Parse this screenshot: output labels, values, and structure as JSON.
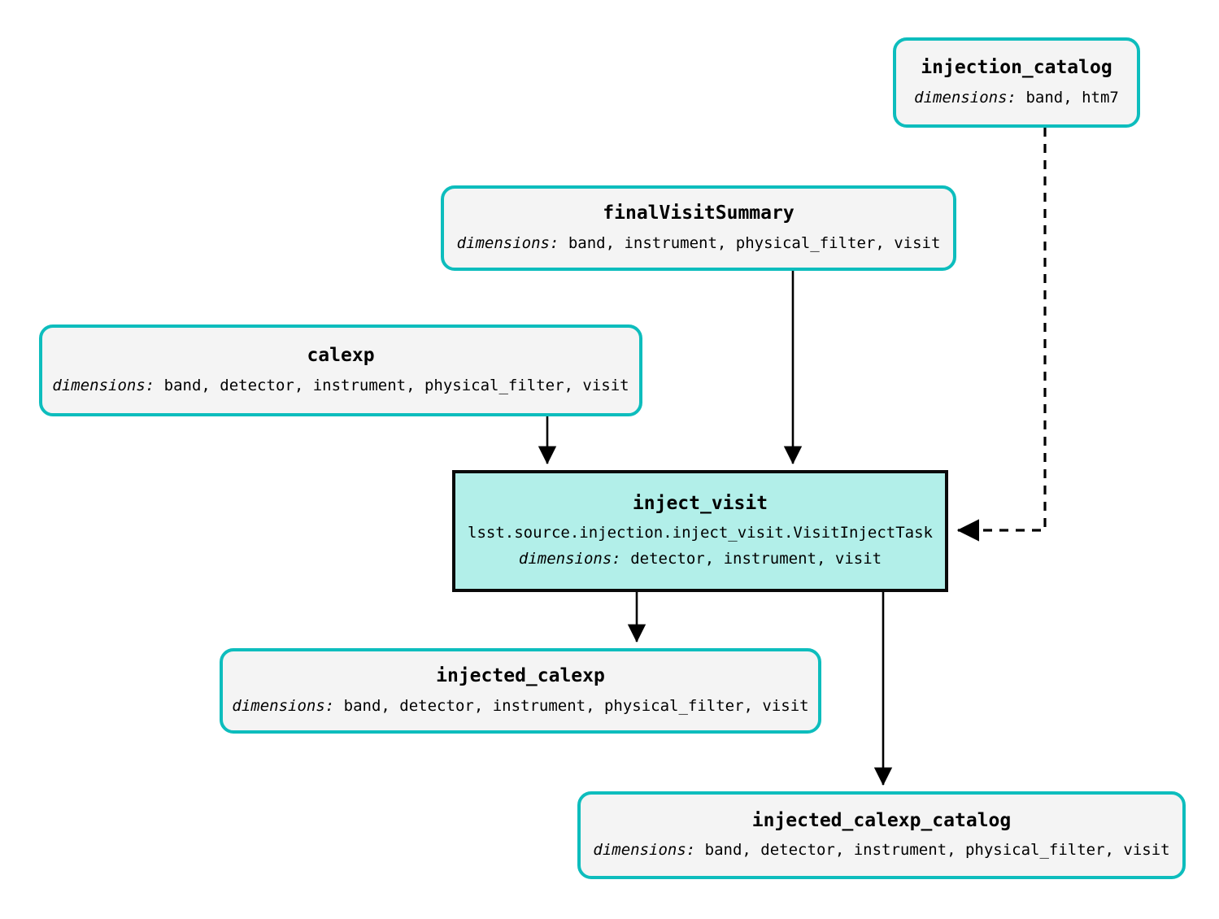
{
  "diagram": {
    "type": "pipeline-dag",
    "dim_label": "dimensions:",
    "colors": {
      "dataset_border": "#0dbdbd",
      "dataset_fill": "#f4f4f4",
      "task_border": "#0a0a0a",
      "task_fill": "#b2efe9",
      "edge": "#000000",
      "background": "#ffffff"
    },
    "nodes": [
      {
        "id": "injection_catalog",
        "kind": "dataset",
        "title": "injection_catalog",
        "dimensions": "band, htm7"
      },
      {
        "id": "finalVisitSummary",
        "kind": "dataset",
        "title": "finalVisitSummary",
        "dimensions": "band, instrument, physical_filter, visit"
      },
      {
        "id": "calexp",
        "kind": "dataset",
        "title": "calexp",
        "dimensions": "band, detector, instrument, physical_filter, visit"
      },
      {
        "id": "inject_visit",
        "kind": "task",
        "title": "inject_visit",
        "task_class": "lsst.source.injection.inject_visit.VisitInjectTask",
        "dimensions": "detector, instrument, visit"
      },
      {
        "id": "injected_calexp",
        "kind": "dataset",
        "title": "injected_calexp",
        "dimensions": "band, detector, instrument, physical_filter, visit"
      },
      {
        "id": "injected_calexp_catalog",
        "kind": "dataset",
        "title": "injected_calexp_catalog",
        "dimensions": "band, detector, instrument, physical_filter, visit"
      }
    ],
    "edges": [
      {
        "from": "calexp",
        "to": "inject_visit",
        "style": "solid"
      },
      {
        "from": "finalVisitSummary",
        "to": "inject_visit",
        "style": "solid"
      },
      {
        "from": "injection_catalog",
        "to": "inject_visit",
        "style": "dashed"
      },
      {
        "from": "inject_visit",
        "to": "injected_calexp",
        "style": "solid"
      },
      {
        "from": "inject_visit",
        "to": "injected_calexp_catalog",
        "style": "solid"
      }
    ]
  }
}
